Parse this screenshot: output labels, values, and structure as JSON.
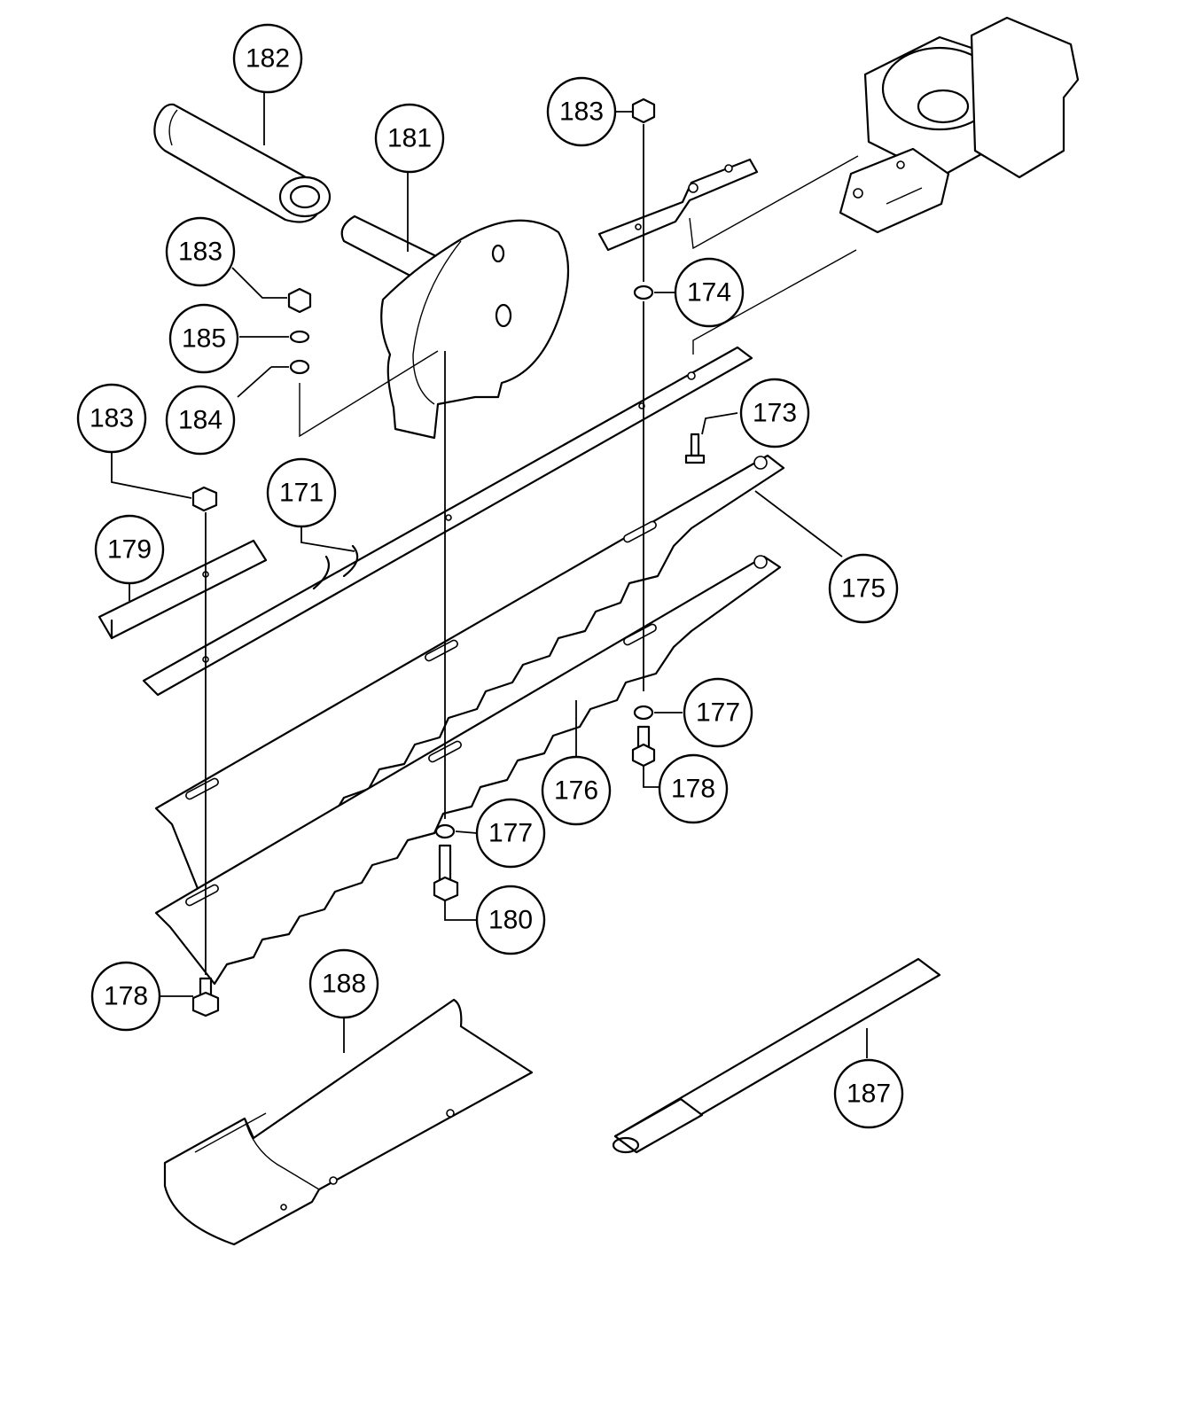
{
  "callouts": [
    {
      "id": "c182",
      "label": "182"
    },
    {
      "id": "c181",
      "label": "181"
    },
    {
      "id": "c183a",
      "label": "183"
    },
    {
      "id": "c183b",
      "label": "183"
    },
    {
      "id": "c183c",
      "label": "183"
    },
    {
      "id": "c185",
      "label": "185"
    },
    {
      "id": "c184",
      "label": "184"
    },
    {
      "id": "c174",
      "label": "174"
    },
    {
      "id": "c173",
      "label": "173"
    },
    {
      "id": "c171",
      "label": "171"
    },
    {
      "id": "c179",
      "label": "179"
    },
    {
      "id": "c175",
      "label": "175"
    },
    {
      "id": "c177a",
      "label": "177"
    },
    {
      "id": "c176",
      "label": "176"
    },
    {
      "id": "c178a",
      "label": "178"
    },
    {
      "id": "c177b",
      "label": "177"
    },
    {
      "id": "c180",
      "label": "180"
    },
    {
      "id": "c178b",
      "label": "178"
    },
    {
      "id": "c188",
      "label": "188"
    },
    {
      "id": "c187",
      "label": "187"
    }
  ]
}
